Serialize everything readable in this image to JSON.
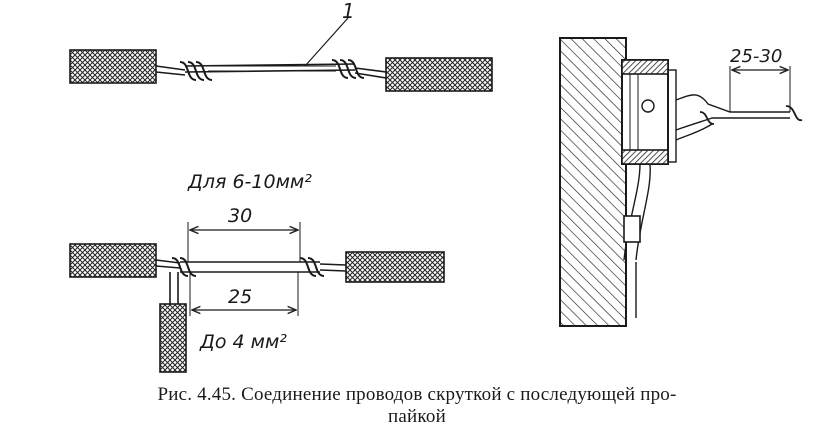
{
  "figure": {
    "callout_number": "1",
    "label_for_6_10": "Для 6-10мм²",
    "dim_30": "30",
    "dim_25": "25",
    "label_up_to_4": "До 4 мм²",
    "dim_25_30": "25-30"
  },
  "caption": {
    "line1": "Рис. 4.45. Соединение  проводов  скруткой  с  последующей  про-",
    "line2": "пайкой"
  }
}
